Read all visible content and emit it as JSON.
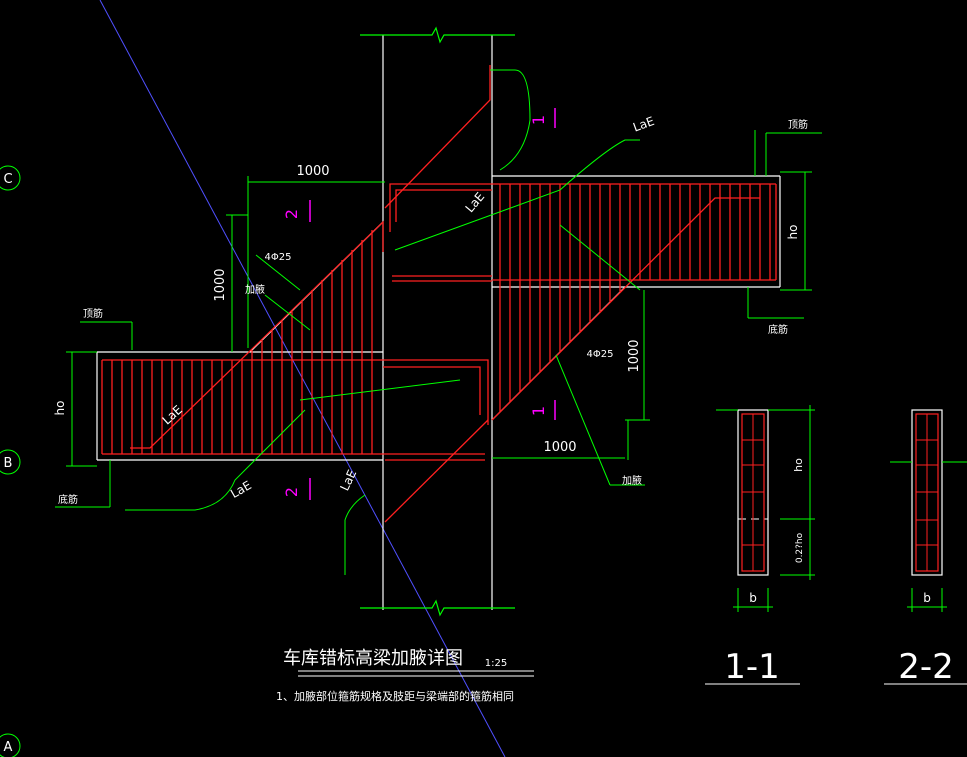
{
  "drawing": {
    "title": "车库错标高梁加腋详图",
    "scale": "1:25",
    "note": "1、加腋部位箍筋规格及肢距与梁端部的箍筋相同"
  },
  "grid_axes": {
    "c": "C",
    "b": "B",
    "a": "A"
  },
  "dims": {
    "top_1000": "1000",
    "left_1000": "1000",
    "right_1000": "1000",
    "bottom_1000": "1000",
    "ho_left": "ho",
    "ho_right": "ho",
    "ho_sec1": "ho",
    "sec1_lower": "0.2?ho",
    "b_sec1": "b",
    "b_sec2": "b"
  },
  "labels": {
    "rebar_upper": "4Φ25",
    "rebar_lower": "4Φ25",
    "haunch_left": "加腋",
    "haunch_right": "加腋",
    "top_bar_left": "顶筋",
    "bottom_bar_left": "底筋",
    "top_bar_right": "顶筋",
    "bottom_bar_right": "底筋",
    "lae_1": "LaE",
    "lae_2": "LaE",
    "lae_3": "LaE",
    "lae_4": "LaE",
    "lae_5": "LaE"
  },
  "section_marks": {
    "upper_right": "1",
    "lower_right": "1",
    "upper_left": "2",
    "lower_left": "2"
  },
  "section_titles": {
    "s1": "1-1",
    "s2": "2-2"
  },
  "colors": {
    "background": "#000000",
    "rebar": "#ff2020",
    "dimension": "#00ff00",
    "outline": "#ffffff",
    "section_mark": "#ff00ff",
    "axis_line": "#5050ff"
  }
}
